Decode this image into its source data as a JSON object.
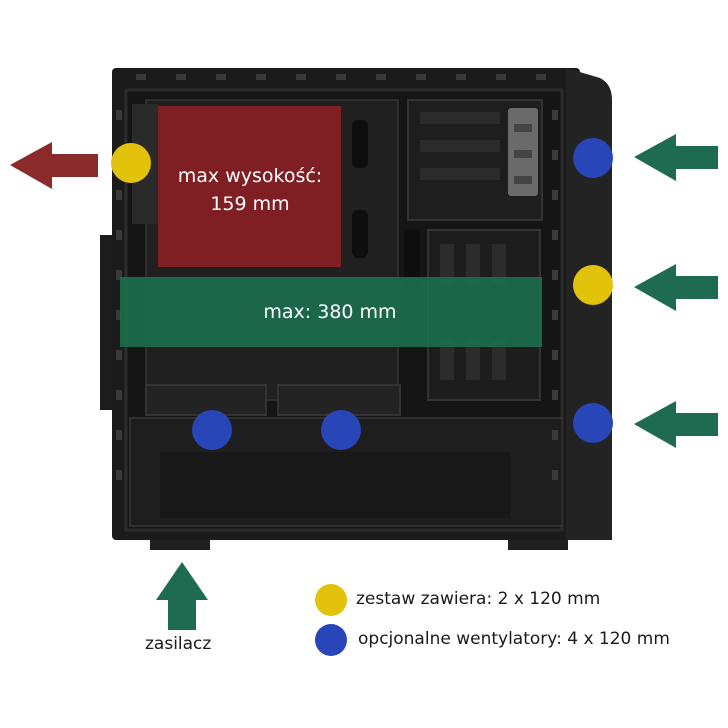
{
  "colors": {
    "exhaust_arrow": "#8b2a2a",
    "intake_arrow": "#1f6b52",
    "included_fan": "#e2c20a",
    "optional_fan": "#2846b8",
    "cooler_zone": "#8d1f23",
    "gpu_zone": "#1c6f4f"
  },
  "zones": {
    "cooler_height": "max wysokość:\n159 mm",
    "gpu_length": "max: 380 mm"
  },
  "labels": {
    "psu": "zasilacz"
  },
  "legend": {
    "included": "zestaw zawiera: 2 x 120 mm",
    "optional": "opcjonalne wentylatory: 4 x 120 mm"
  },
  "icons": {
    "arrow": "arrow-icon",
    "fan_marker": "fan-marker-icon"
  }
}
